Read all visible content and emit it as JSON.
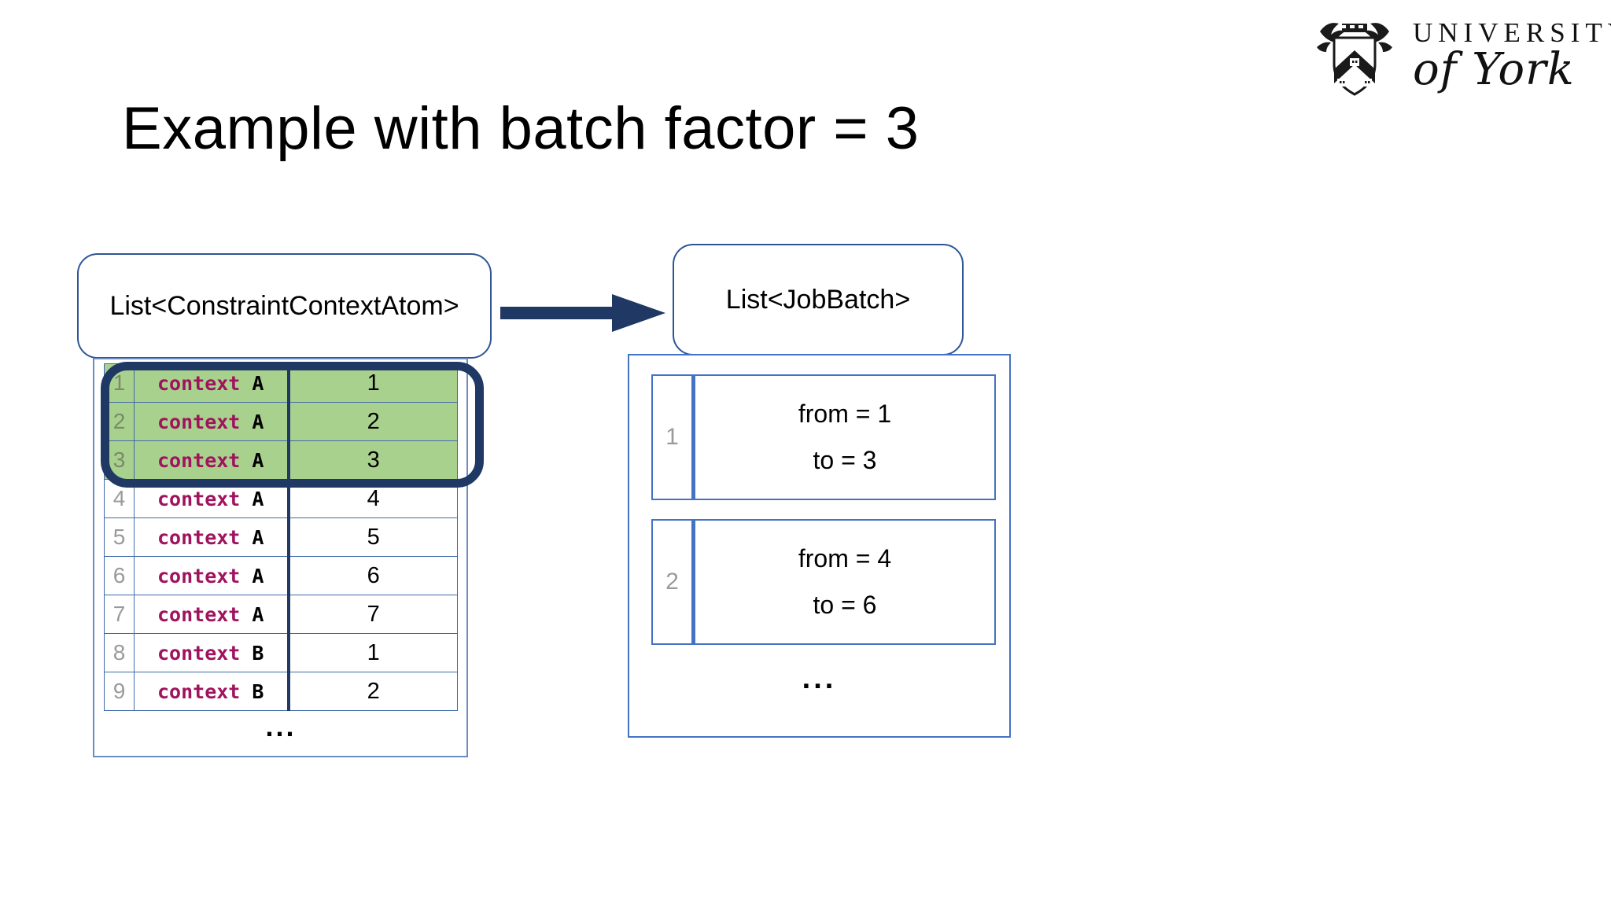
{
  "brand": {
    "logo_line1": "UNIVERSITY",
    "logo_line2": "of York",
    "crest_name": "university-crest"
  },
  "slide": {
    "title": "Example with batch factor = 3",
    "accent_navy": "#1F3864",
    "accent_blue": "#4472C4",
    "border_blue": "#2F5597",
    "highlight_green": "#A9D18E",
    "keyword_magenta": "#A0135E",
    "index_gray": "#9A9A9A"
  },
  "source": {
    "box_label": "List<ConstraintContextAtom>",
    "ellipsis": "...",
    "rows": [
      {
        "index": "1",
        "keyword": "context",
        "name": "A",
        "value": "1",
        "highlighted": true
      },
      {
        "index": "2",
        "keyword": "context",
        "name": "A",
        "value": "2",
        "highlighted": true
      },
      {
        "index": "3",
        "keyword": "context",
        "name": "A",
        "value": "3",
        "highlighted": true
      },
      {
        "index": "4",
        "keyword": "context",
        "name": "A",
        "value": "4",
        "highlighted": false
      },
      {
        "index": "5",
        "keyword": "context",
        "name": "A",
        "value": "5",
        "highlighted": false
      },
      {
        "index": "6",
        "keyword": "context",
        "name": "A",
        "value": "6",
        "highlighted": false
      },
      {
        "index": "7",
        "keyword": "context",
        "name": "A",
        "value": "7",
        "highlighted": false
      },
      {
        "index": "8",
        "keyword": "context",
        "name": "B",
        "value": "1",
        "highlighted": false
      },
      {
        "index": "9",
        "keyword": "context",
        "name": "B",
        "value": "2",
        "highlighted": false
      }
    ]
  },
  "target": {
    "box_label": "List<JobBatch>",
    "ellipsis": "...",
    "batches": [
      {
        "index": "1",
        "from": "from = 1",
        "to": "to = 3"
      },
      {
        "index": "2",
        "from": "from = 4",
        "to": "to = 6"
      }
    ]
  },
  "arrow": {
    "icon": "right-arrow-icon",
    "color": "#1F3864"
  }
}
